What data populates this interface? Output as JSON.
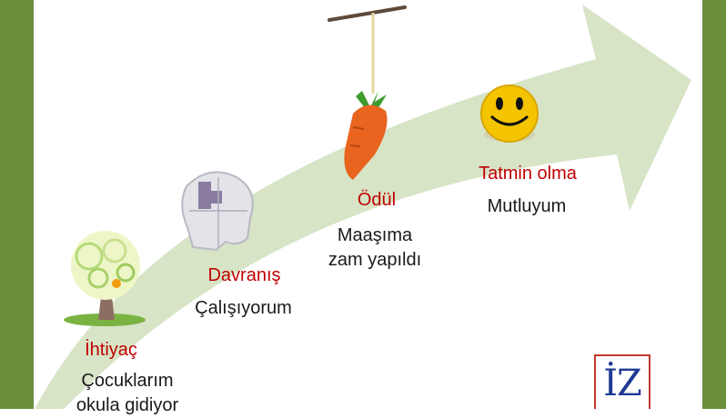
{
  "stages": [
    {
      "title": "İhtiyaç",
      "text": "Çocuklarım okula gidiyor",
      "icon": "tree-icon"
    },
    {
      "title": "Davranış",
      "text": "Çalışıyorum",
      "icon": "puzzle-head-icon"
    },
    {
      "title": "Ödül",
      "text": "Maaşıma zam yapıldı",
      "icon": "carrot-on-stick-icon"
    },
    {
      "title": "Tatmin olma",
      "text": "Mutluyum",
      "icon": "smiley-icon"
    }
  ],
  "logo": {
    "text": "İZ"
  },
  "colors": {
    "arrow": "#d5e3c3",
    "border": "#6b8e3a",
    "title_red": "#c00000",
    "logo_blue": "#1f3a93"
  }
}
